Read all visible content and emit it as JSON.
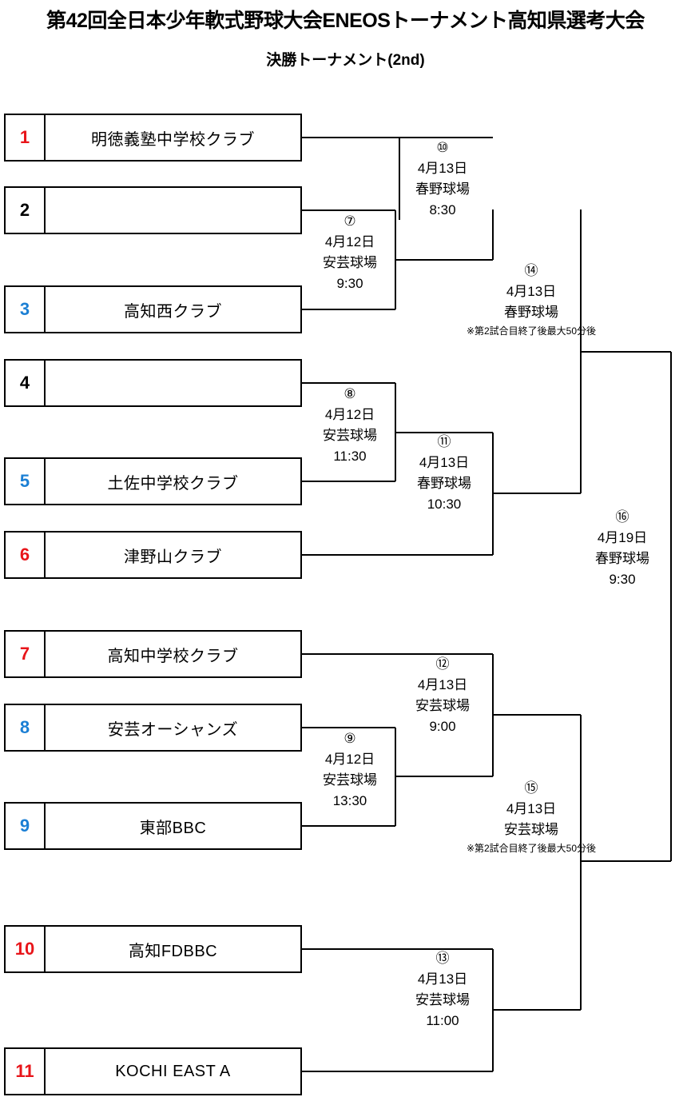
{
  "header": {
    "title": "第42回全日本少年軟式野球大会ENEOSトーナメント高知県選考大会",
    "subtitle": "決勝トーナメント(2nd)"
  },
  "colors": {
    "seed_red": "#e8151a",
    "seed_blue": "#1b7fd4",
    "seed_black": "#000000",
    "line": "#000000",
    "background": "#ffffff"
  },
  "chart_data": {
    "type": "bracket",
    "title": "第42回全日本少年軟式野球大会ENEOSトーナメント高知県選考大会",
    "subtitle": "決勝トーナメント(2nd)",
    "seeds": [
      {
        "number": "1",
        "team": "明徳義塾中学校クラブ",
        "color": "red"
      },
      {
        "number": "2",
        "team": "",
        "color": "black"
      },
      {
        "number": "3",
        "team": "高知西クラブ",
        "color": "blue"
      },
      {
        "number": "4",
        "team": "",
        "color": "black"
      },
      {
        "number": "5",
        "team": "土佐中学校クラブ",
        "color": "blue"
      },
      {
        "number": "6",
        "team": "津野山クラブ",
        "color": "red"
      },
      {
        "number": "7",
        "team": "高知中学校クラブ",
        "color": "red"
      },
      {
        "number": "8",
        "team": "安芸オーシャンズ",
        "color": "blue"
      },
      {
        "number": "9",
        "team": "東部BBC",
        "color": "blue"
      },
      {
        "number": "10",
        "team": "高知FDBBC",
        "color": "red"
      },
      {
        "number": "11",
        "team": "KOCHI EAST A",
        "color": "red"
      }
    ],
    "matches": [
      {
        "id": "m7",
        "number": "⑦",
        "date": "4月12日",
        "venue": "安芸球場",
        "time": "9:30",
        "note": ""
      },
      {
        "id": "m8",
        "number": "⑧",
        "date": "4月12日",
        "venue": "安芸球場",
        "time": "11:30",
        "note": ""
      },
      {
        "id": "m9",
        "number": "⑨",
        "date": "4月12日",
        "venue": "安芸球場",
        "time": "13:30",
        "note": ""
      },
      {
        "id": "m10",
        "number": "⑩",
        "date": "4月13日",
        "venue": "春野球場",
        "time": "8:30",
        "note": ""
      },
      {
        "id": "m11",
        "number": "⑪",
        "date": "4月13日",
        "venue": "春野球場",
        "time": "10:30",
        "note": ""
      },
      {
        "id": "m12",
        "number": "⑫",
        "date": "4月13日",
        "venue": "安芸球場",
        "time": "9:00",
        "note": ""
      },
      {
        "id": "m13",
        "number": "⑬",
        "date": "4月13日",
        "venue": "安芸球場",
        "time": "11:00",
        "note": ""
      },
      {
        "id": "m14",
        "number": "⑭",
        "date": "4月13日",
        "venue": "春野球場",
        "time": "",
        "note": "※第2試合目終了後最大50分後"
      },
      {
        "id": "m15",
        "number": "⑮",
        "date": "4月13日",
        "venue": "安芸球場",
        "time": "",
        "note": "※第2試合目終了後最大50分後"
      },
      {
        "id": "m16",
        "number": "⑯",
        "date": "4月19日",
        "venue": "春野球場",
        "time": "9:30",
        "note": ""
      }
    ]
  }
}
